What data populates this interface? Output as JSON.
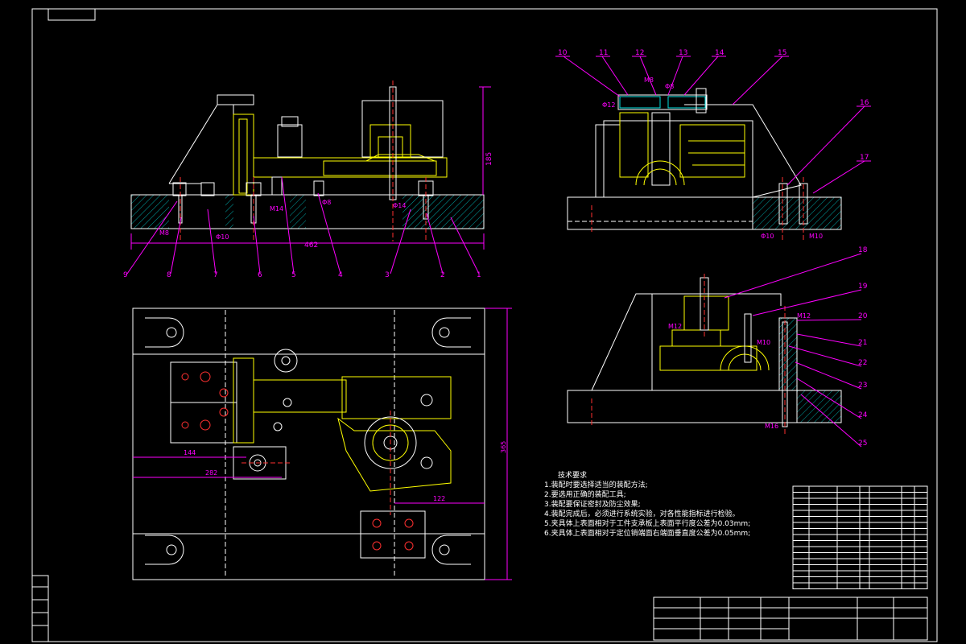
{
  "front_view": {
    "balloons": [
      "9",
      "8",
      "7",
      "6",
      "5",
      "4",
      "3",
      "2",
      "1"
    ],
    "dims": [
      "M8",
      "Φ10",
      "M14",
      "Φ8",
      "Φ14",
      "462",
      "185"
    ]
  },
  "side_view": {
    "balloons": [
      "10",
      "11",
      "12",
      "13",
      "14",
      "15",
      "16",
      "17"
    ],
    "dims": [
      "M8",
      "Φ12",
      "Φ8",
      "Φ10",
      "M10"
    ]
  },
  "section_view": {
    "balloons": [
      "18",
      "19",
      "20",
      "21",
      "22",
      "23",
      "24",
      "25"
    ],
    "dims": [
      "M12",
      "M10",
      "M12",
      "M16"
    ]
  },
  "top_view": {
    "dims": [
      "144",
      "282",
      "122",
      "365"
    ]
  },
  "tech_requirements": {
    "title": "技术要求",
    "items": [
      "1.装配时要选择适当的装配方法;",
      "2.要选用正确的装配工具;",
      "3.装配要保证密封及防尘效果;",
      "4.装配完成后，必须进行系统实验，对各性能指标进行检验。",
      "5.夹具体上表面相对于工件支承板上表面平行度公差为0.03mm;",
      "6.夹具体上表面相对于定位销端面右端面垂直度公差为0.05mm;"
    ]
  },
  "colors": {
    "background": "#000000",
    "outline": "#ffffff",
    "parts": "#ffff00",
    "dimension": "#ff00ff",
    "centerline": "#ff3030"
  }
}
